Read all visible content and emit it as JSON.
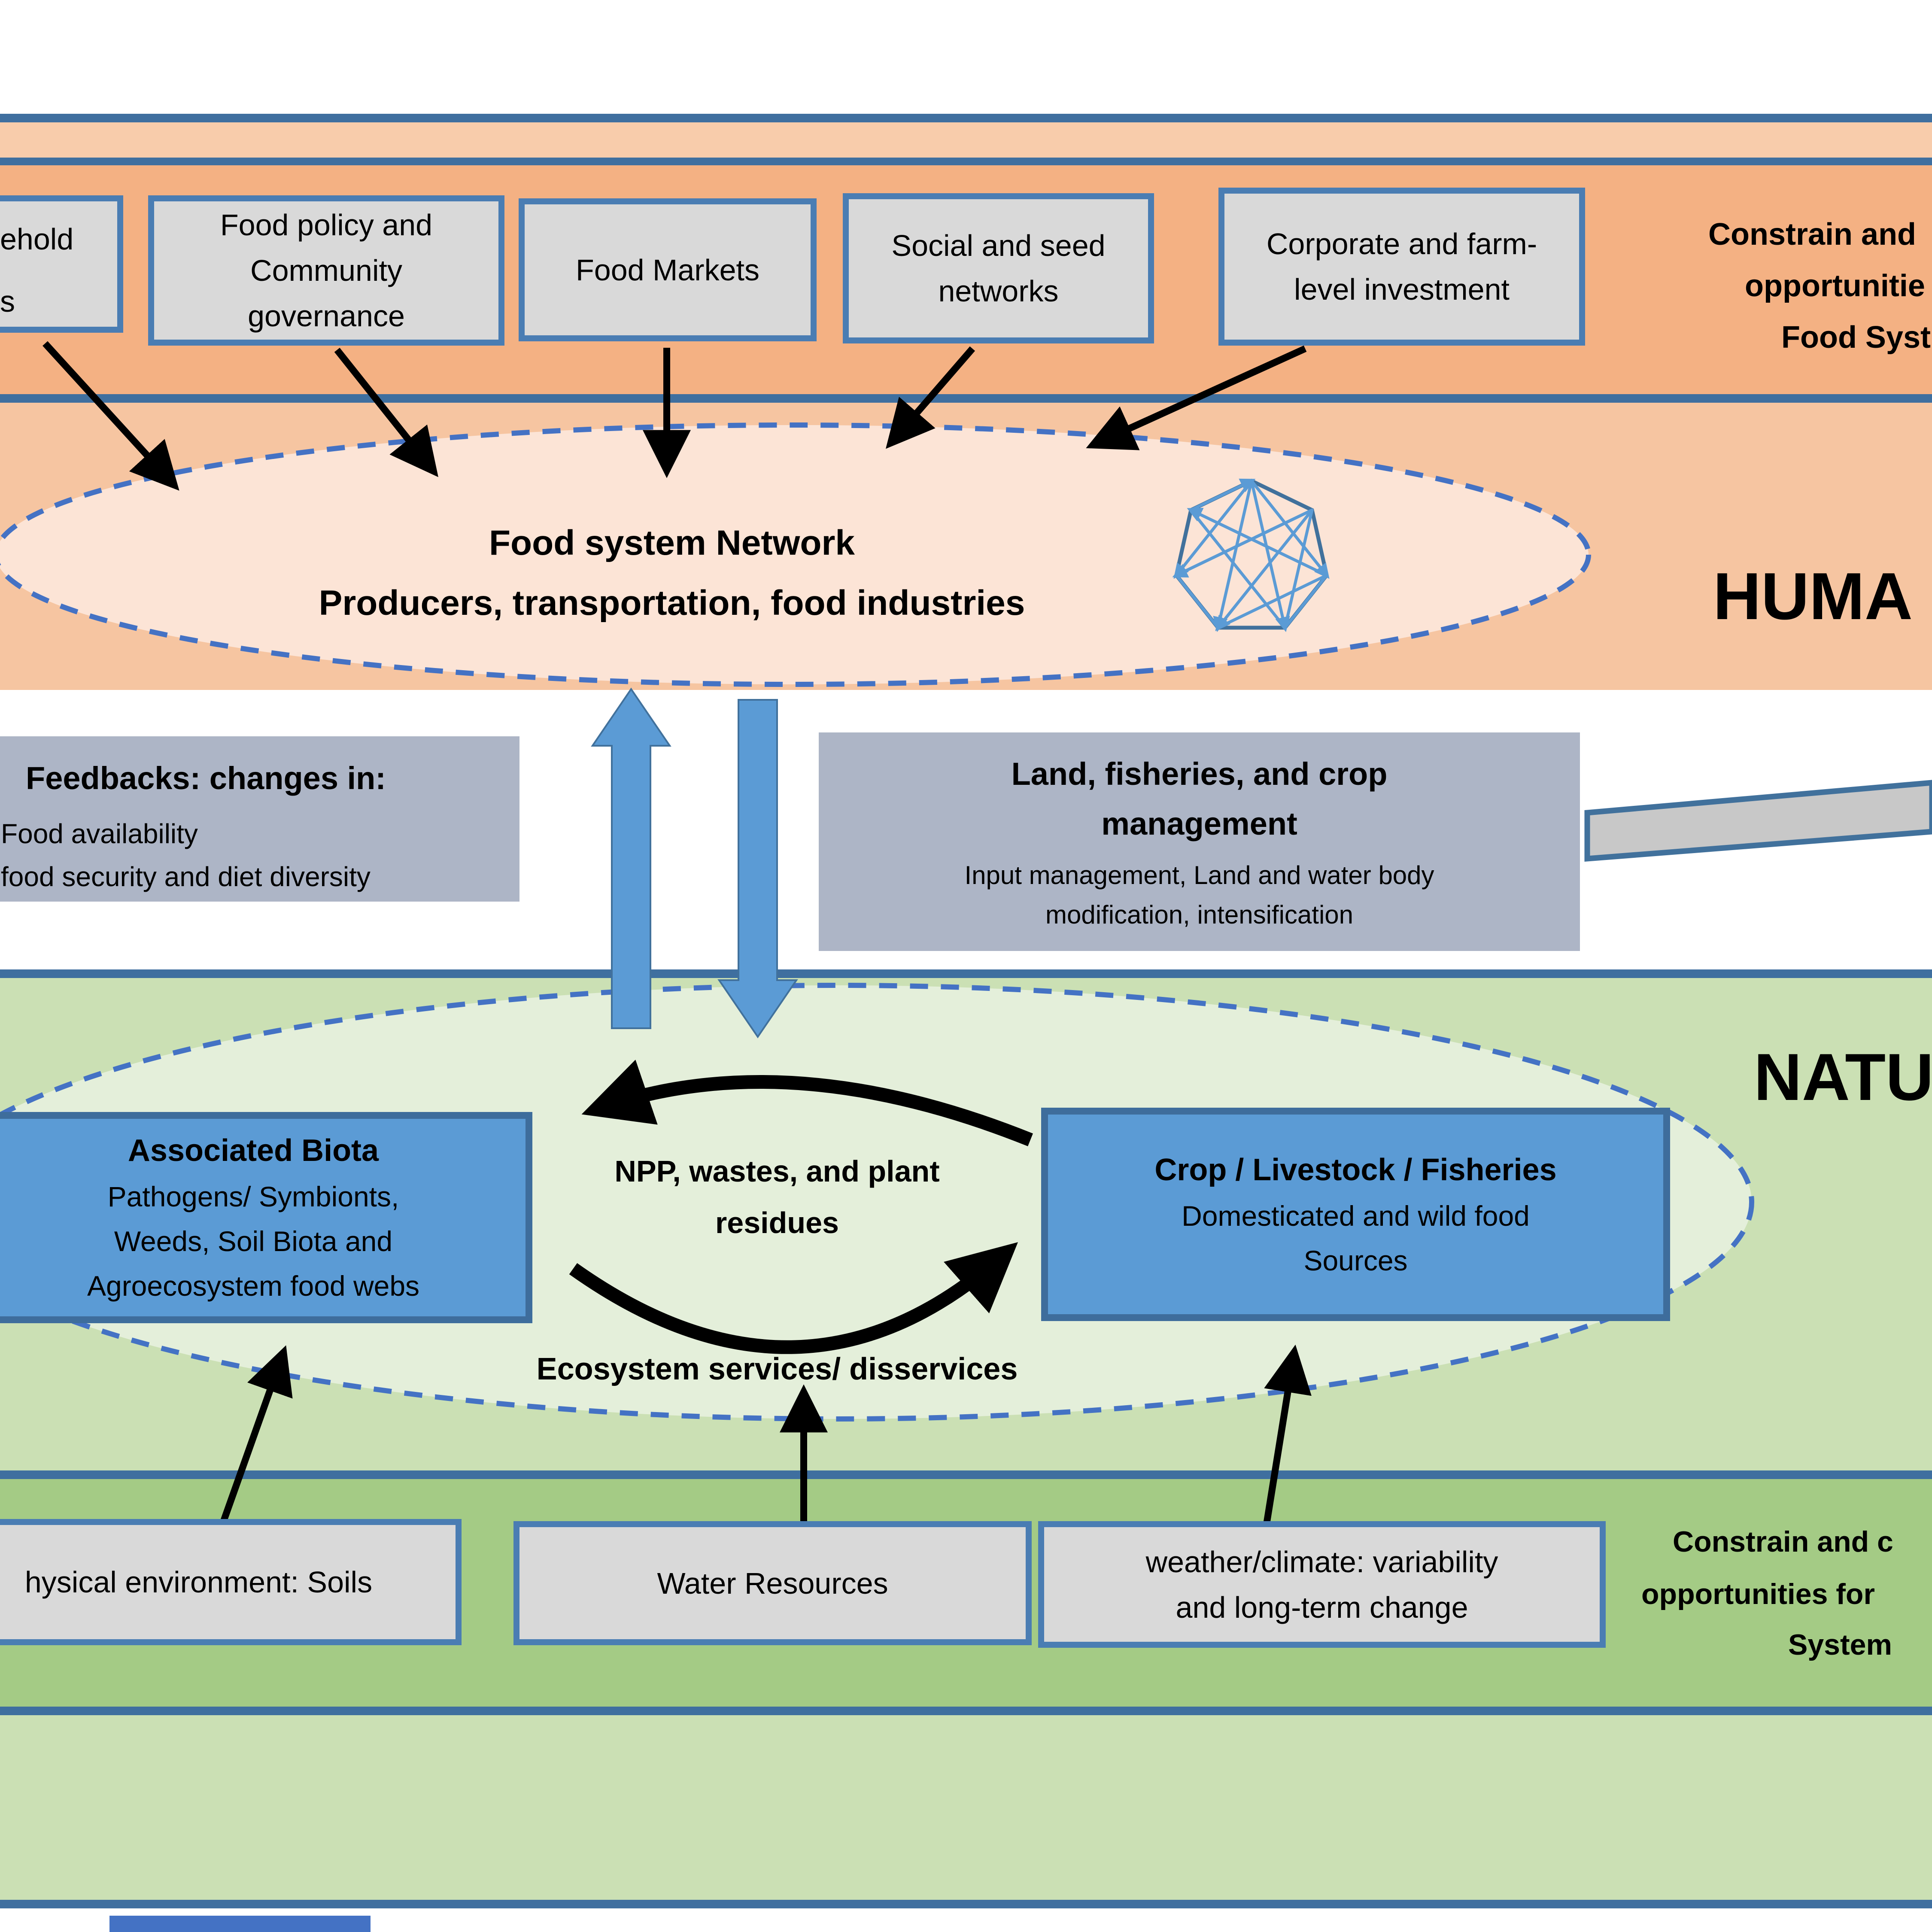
{
  "colors": {
    "dark_orange_band": "#f4b183",
    "light_orange_band": "#f8ccab",
    "ellipse_zone_orange": "#f6c5a1",
    "network_ellipse_fill": "#fce4d6",
    "green_band": "#cbe0b4",
    "dark_green_band": "#a4cb85",
    "nature_ellipse_fill": "#e4efda",
    "divider_line_blue": "#3f6f9f",
    "dashed_ellipse_blue": "#4472c4",
    "gray_box_fill": "#d9d9d9",
    "gray_box_border": "#4a7db3",
    "blue_box_fill": "#5b9bd5",
    "blue_box_border": "#3e6d9c",
    "grayblue_box_fill": "#adb5c6",
    "connector_bar_fill": "#c8c8c8",
    "arrow_black": "#000000",
    "arrow_blue": "#5b9bd5",
    "clipped_blue_box": "#4472c4"
  },
  "top_row": {
    "boxes": [
      {
        "name": "household",
        "lines": [
          "ehold",
          "s"
        ]
      },
      {
        "name": "food-policy",
        "lines": [
          "Food policy and",
          "Community",
          "governance"
        ]
      },
      {
        "name": "food-markets",
        "lines": [
          "Food Markets"
        ]
      },
      {
        "name": "social-seed",
        "lines": [
          "Social and  seed",
          "networks"
        ]
      },
      {
        "name": "corporate",
        "lines": [
          "Corporate and farm-",
          "level investment"
        ]
      }
    ],
    "note_lines": [
      "Constrain and",
      "opportunitie",
      "Food Syst"
    ]
  },
  "human_zone": {
    "label": "HUMA",
    "network": {
      "title": "Food system Network",
      "subtitle": "Producers, transportation, food industries"
    }
  },
  "white_band": {
    "feedbacks": {
      "title": "Feedbacks: changes in:",
      "lines": [
        "Food availability",
        "food security and diet diversity"
      ]
    },
    "management": {
      "title_lines": [
        "Land, fisheries, and crop",
        "management"
      ],
      "body_lines": [
        "Input management, Land and water body",
        "modification, intensification"
      ]
    }
  },
  "natural_zone": {
    "label": "NATU",
    "associated_biota": {
      "title": "Associated Biota",
      "lines": [
        "Pathogens/ Symbionts,",
        "Weeds, Soil Biota and",
        "Agroecosystem food webs"
      ]
    },
    "crop_livestock": {
      "title": "Crop / Livestock / Fisheries",
      "lines": [
        "Domesticated and wild food",
        "Sources"
      ]
    },
    "cycle": {
      "top_lines": [
        "NPP, wastes, and plant",
        "residues"
      ],
      "bottom_label": "Ecosystem services/ disservices"
    }
  },
  "bottom_row": {
    "boxes": [
      {
        "name": "soils",
        "lines": [
          "hysical environment: Soils"
        ]
      },
      {
        "name": "water",
        "lines": [
          "Water Resources"
        ]
      },
      {
        "name": "weather",
        "lines": [
          "weather/climate: variability",
          "and long-term change"
        ]
      }
    ],
    "note_lines": [
      "Constrain and c",
      "opportunities for",
      "System"
    ]
  }
}
